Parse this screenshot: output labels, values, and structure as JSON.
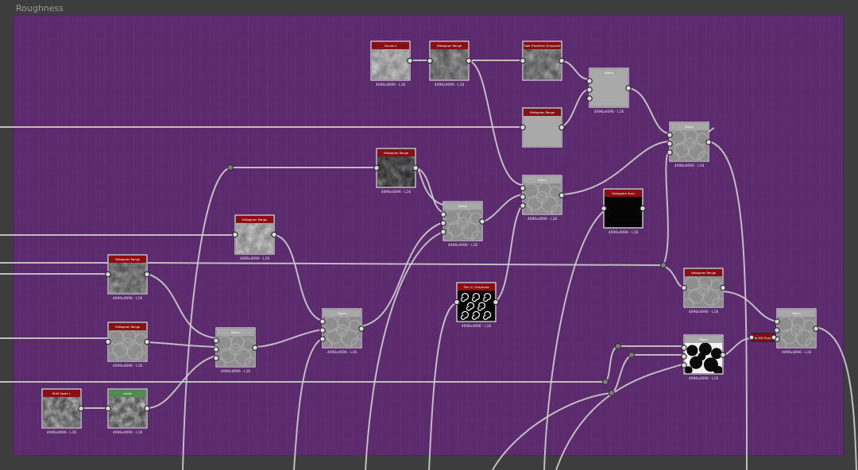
{
  "frame": {
    "title": "Roughness",
    "bg_color": "#5b2b6e",
    "border_color": "#4a2a58"
  },
  "colors": {
    "header_red": "#8a0f12",
    "header_gray": "#a8a8a8",
    "header_green": "#4e8a52",
    "wire": "#c9c9c9"
  },
  "nodes": [
    {
      "id": "clouds-2",
      "title": "Clouds 2",
      "resolution": "4096x4096 - L16",
      "header": "red",
      "thumb": "clouds-light"
    },
    {
      "id": "histogram-range-1",
      "title": "Histogram Range",
      "resolution": "4096x4096 - L16",
      "header": "red",
      "thumb": "clouds-mid"
    },
    {
      "id": "safe-transform-grayscale",
      "title": "Safe Transform Grayscale",
      "resolution": "",
      "header": "red",
      "thumb": "clouds-mid"
    },
    {
      "id": "blend-1",
      "title": "Blend",
      "resolution": "4096x4096 - L16",
      "header": "gray",
      "thumb": "flat-light"
    },
    {
      "id": "histogram-range-2",
      "title": "Histogram Range",
      "resolution": "",
      "header": "red",
      "thumb": "flat-light"
    },
    {
      "id": "blend-2",
      "title": "Blend",
      "resolution": "4096x4096 - L16",
      "header": "gray",
      "thumb": "circles-gray"
    },
    {
      "id": "histogram-range-3",
      "title": "Histogram Range",
      "resolution": "4096x4096 - L16",
      "header": "red",
      "thumb": "clouds-dark"
    },
    {
      "id": "blend-3",
      "title": "Blend",
      "resolution": "4096x4096 - L16",
      "header": "gray",
      "thumb": "circles-gray"
    },
    {
      "id": "blend-4",
      "title": "Blend",
      "resolution": "4096x4096 - L16",
      "header": "gray",
      "thumb": "circles-gray"
    },
    {
      "id": "histogram-scan",
      "title": "Histogram Scan",
      "resolution": "4096x4096 - L16",
      "header": "red",
      "thumb": "stars"
    },
    {
      "id": "histogram-range-4",
      "title": "Histogram Range",
      "resolution": "4096x4096 - L16",
      "header": "red",
      "thumb": "clouds-light"
    },
    {
      "id": "histogram-range-5",
      "title": "Histogram Range",
      "resolution": "4096x4096 - L16",
      "header": "red",
      "thumb": "clouds-mid"
    },
    {
      "id": "histogram-range-6",
      "title": "Histogram Range",
      "resolution": "4096x4096 - L16",
      "header": "red",
      "thumb": "circles-gray"
    },
    {
      "id": "histogram-range-7",
      "title": "Histogram Range",
      "resolution": "4096x4096 - L16",
      "header": "red",
      "thumb": "circles-gray"
    },
    {
      "id": "blend-5",
      "title": "Blend",
      "resolution": "4096x4096 - L16",
      "header": "gray",
      "thumb": "circles-gray"
    },
    {
      "id": "blend-6",
      "title": "Blend",
      "resolution": "4096x4096 - L16",
      "header": "gray",
      "thumb": "circles-gray"
    },
    {
      "id": "tile-grayscale",
      "title": "Tile (+) Grayscale",
      "resolution": "4096x4096 - L16",
      "header": "red",
      "thumb": "swirls"
    },
    {
      "id": "blend-7",
      "title": "Blend",
      "resolution": "4096x4096 - L16",
      "header": "gray",
      "thumb": "circles-gray"
    },
    {
      "id": "blend-8",
      "title": "Blend",
      "resolution": "4096x4096 - L16",
      "header": "gray",
      "thumb": "bw-blobs"
    },
    {
      "id": "bnw-spots",
      "title": "BnW Spots 1",
      "resolution": "4096x4096 - L16",
      "header": "red",
      "thumb": "clouds-contrast"
    },
    {
      "id": "levels",
      "title": "Levels",
      "resolution": "4096x4096 - L16",
      "header": "green",
      "thumb": "clouds-contrast"
    }
  ],
  "small_node": {
    "title": "to HQ Grays..."
  }
}
